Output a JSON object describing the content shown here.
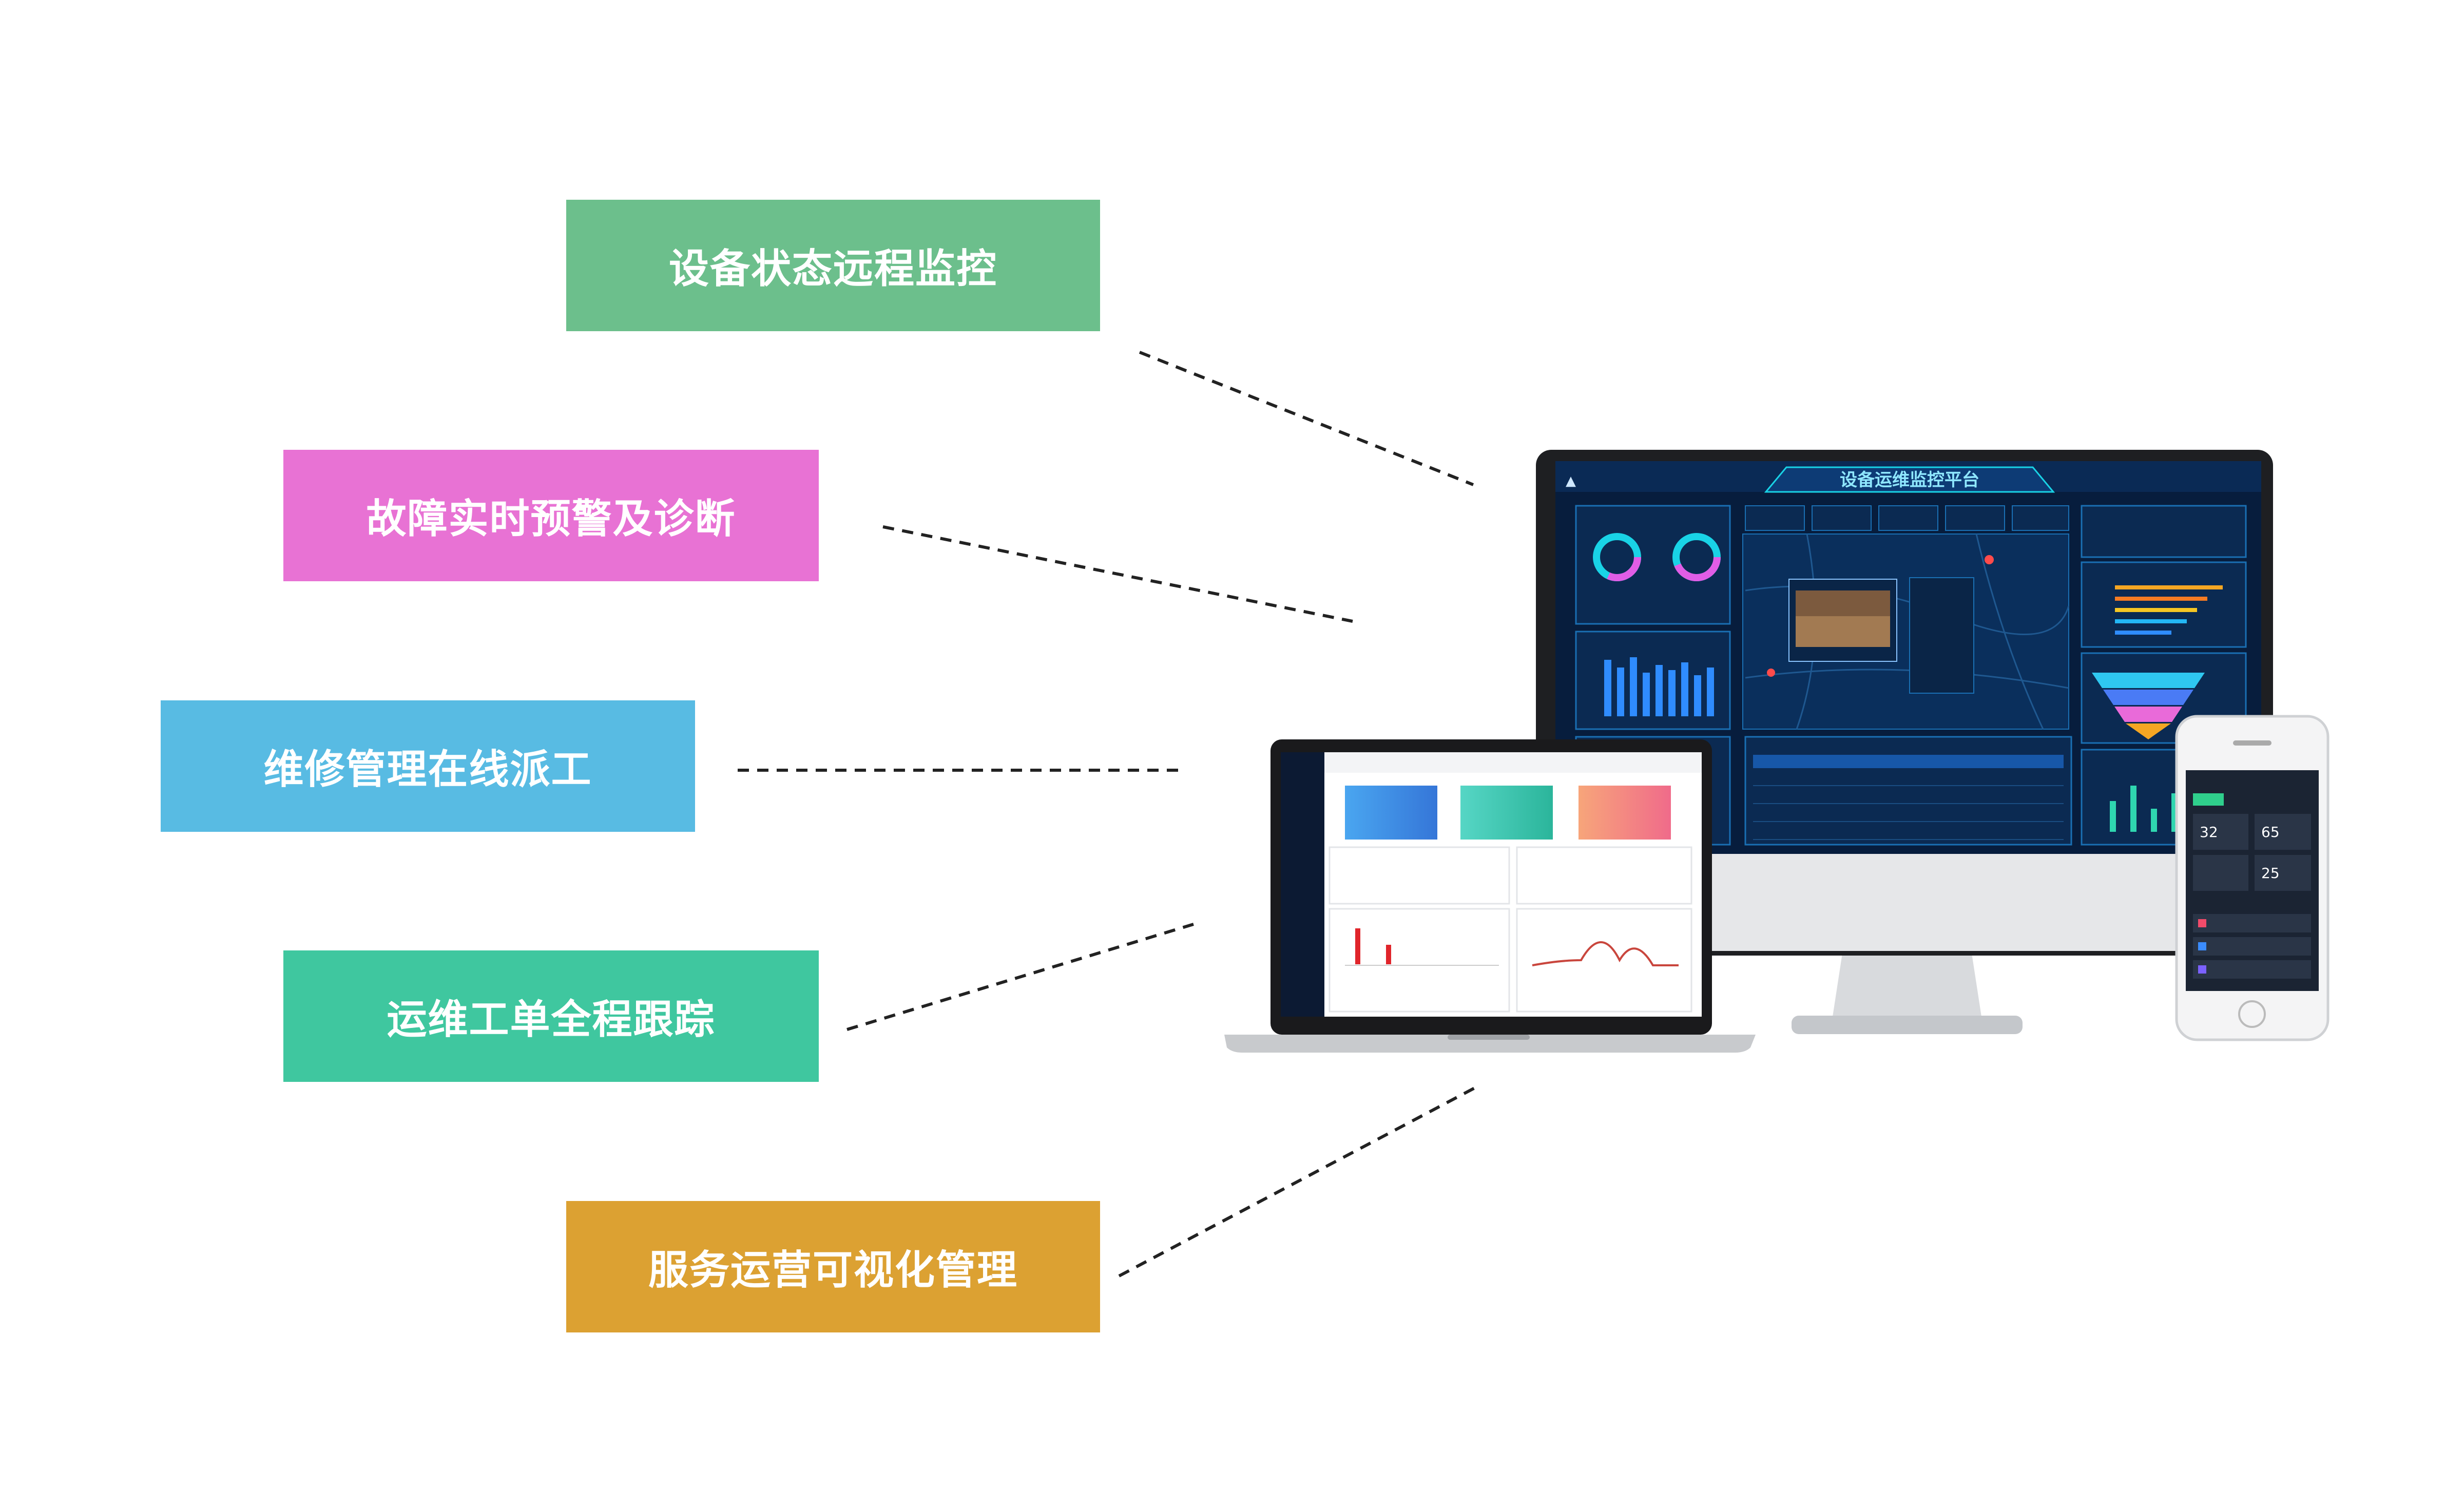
{
  "features": [
    {
      "label": "设备状态远程监控",
      "color": "#6cbf8c"
    },
    {
      "label": "故障实时预警及诊断",
      "color": "#e872d4"
    },
    {
      "label": "维修管理在线派工",
      "color": "#58bbe3"
    },
    {
      "label": "运维工单全程跟踪",
      "color": "#3fc79f"
    },
    {
      "label": "服务运营可视化管理",
      "color": "#dca132"
    }
  ],
  "monitor": {
    "dashboard_title": "设备运维监控平台",
    "screen_bg": "#071d3d",
    "accent": "#19d3e6"
  },
  "laptop": {
    "screen_bg": "#ffffff",
    "sidebar_bg": "#0c1a33"
  },
  "phone": {
    "screen_bg": "#1b2433",
    "readings": [
      "32",
      "65",
      "25"
    ]
  }
}
